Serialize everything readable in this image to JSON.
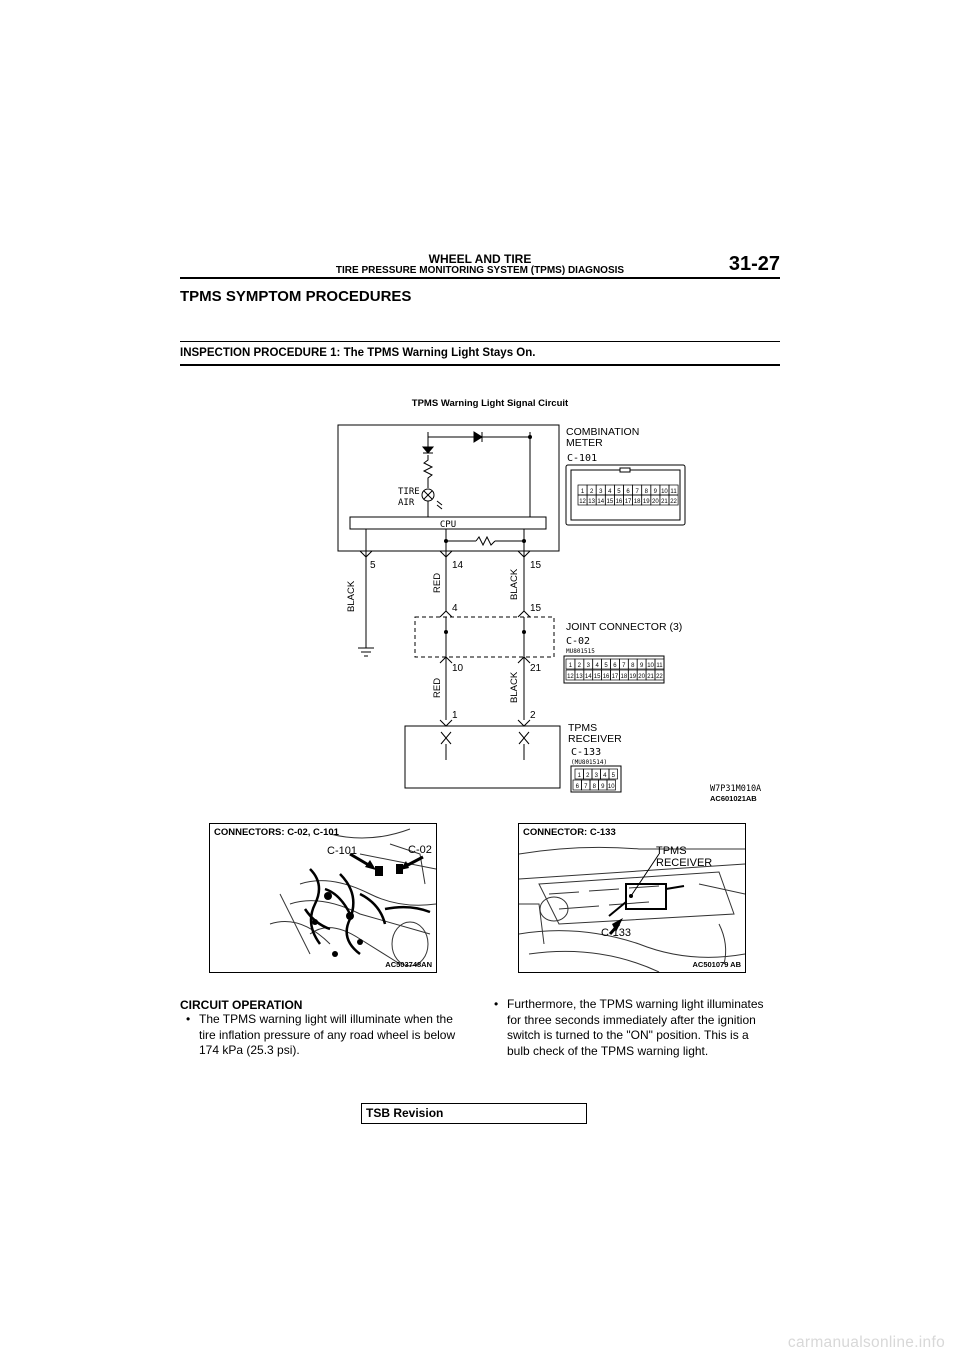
{
  "header": {
    "title": "WHEEL AND TIRE",
    "subtitle": "TIRE PRESSURE MONITORING SYSTEM (TPMS) DIAGNOSIS",
    "page_number": "31-27"
  },
  "section_title": "TPMS SYMPTOM PROCEDURES",
  "procedure_title": "INSPECTION PROCEDURE 1: The TPMS Warning Light Stays On.",
  "diagram": {
    "title": "TPMS Warning Light Signal Circuit",
    "combination_meter": {
      "label_line1": "COMBINATION",
      "label_line2": "METER",
      "connector": "C-101"
    },
    "meter_internal": {
      "lamp_line1": "TIRE",
      "lamp_line2": "AIR",
      "cpu": "CPU"
    },
    "joint_connector": {
      "label": "JOINT CONNECTOR (3)",
      "connector": "C-02",
      "part_no": "MU801515"
    },
    "tpms_receiver": {
      "label_line1": "TPMS",
      "label_line2": "RECEIVER",
      "connector": "C-133",
      "part_no": "(MU801514)"
    },
    "pins": {
      "meter_left": "5",
      "meter_mid": "14",
      "meter_right": "15",
      "joint_top_mid": "4",
      "joint_top_right": "15",
      "joint_bot_mid": "10",
      "joint_bot_right": "21",
      "recv_mid": "1",
      "recv_right": "2"
    },
    "wires": {
      "black_left": "BLACK",
      "red_upper": "RED",
      "black_upper": "BLACK",
      "red_lower": "RED",
      "black_lower": "BLACK"
    },
    "c101_pins_top": [
      "1",
      "2",
      "3",
      "4",
      "5",
      "6",
      "7",
      "8",
      "9",
      "10",
      "11"
    ],
    "c101_pins_bottom": [
      "12",
      "13",
      "14",
      "15",
      "16",
      "17",
      "18",
      "19",
      "20",
      "21",
      "22"
    ],
    "c02_pins_top": [
      "1",
      "2",
      "3",
      "4",
      "5",
      "6",
      "7",
      "8",
      "9",
      "10",
      "11"
    ],
    "c02_pins_bottom": [
      "12",
      "13",
      "14",
      "15",
      "16",
      "17",
      "18",
      "19",
      "20",
      "21",
      "22"
    ],
    "c133_pins_top": [
      "1",
      "2",
      "3",
      "4",
      "5"
    ],
    "c133_pins_bottom": [
      "6",
      "7",
      "8",
      "9",
      "10"
    ],
    "code1": "W7P31M010A",
    "code2": "AC601021AB"
  },
  "photo_left": {
    "label": "CONNECTORS: C-02, C-101",
    "callout1": "C-101",
    "callout2": "C-02",
    "code": "AC503748AN"
  },
  "photo_right": {
    "label": "CONNECTOR: C-133",
    "callout1": "TPMS RECEIVER",
    "callout2": "C-133",
    "code": "AC501079 AB"
  },
  "circuit_operation": {
    "heading": "CIRCUIT OPERATION",
    "bullet_symbol": "•",
    "left_bullet": [
      "The TPMS warning light will illuminate when the",
      "tire inflation pressure of any road wheel is below",
      "174 kPa (25.3 psi)."
    ],
    "right_bullet": [
      "Furthermore, the TPMS warning light illuminates",
      "for three seconds immediately after the ignition",
      "switch is turned to the \"ON\" position. This is a",
      "bulb check of the TPMS warning light."
    ]
  },
  "footer": {
    "label": "TSB Revision"
  },
  "watermark": "carmanualsonline.info"
}
